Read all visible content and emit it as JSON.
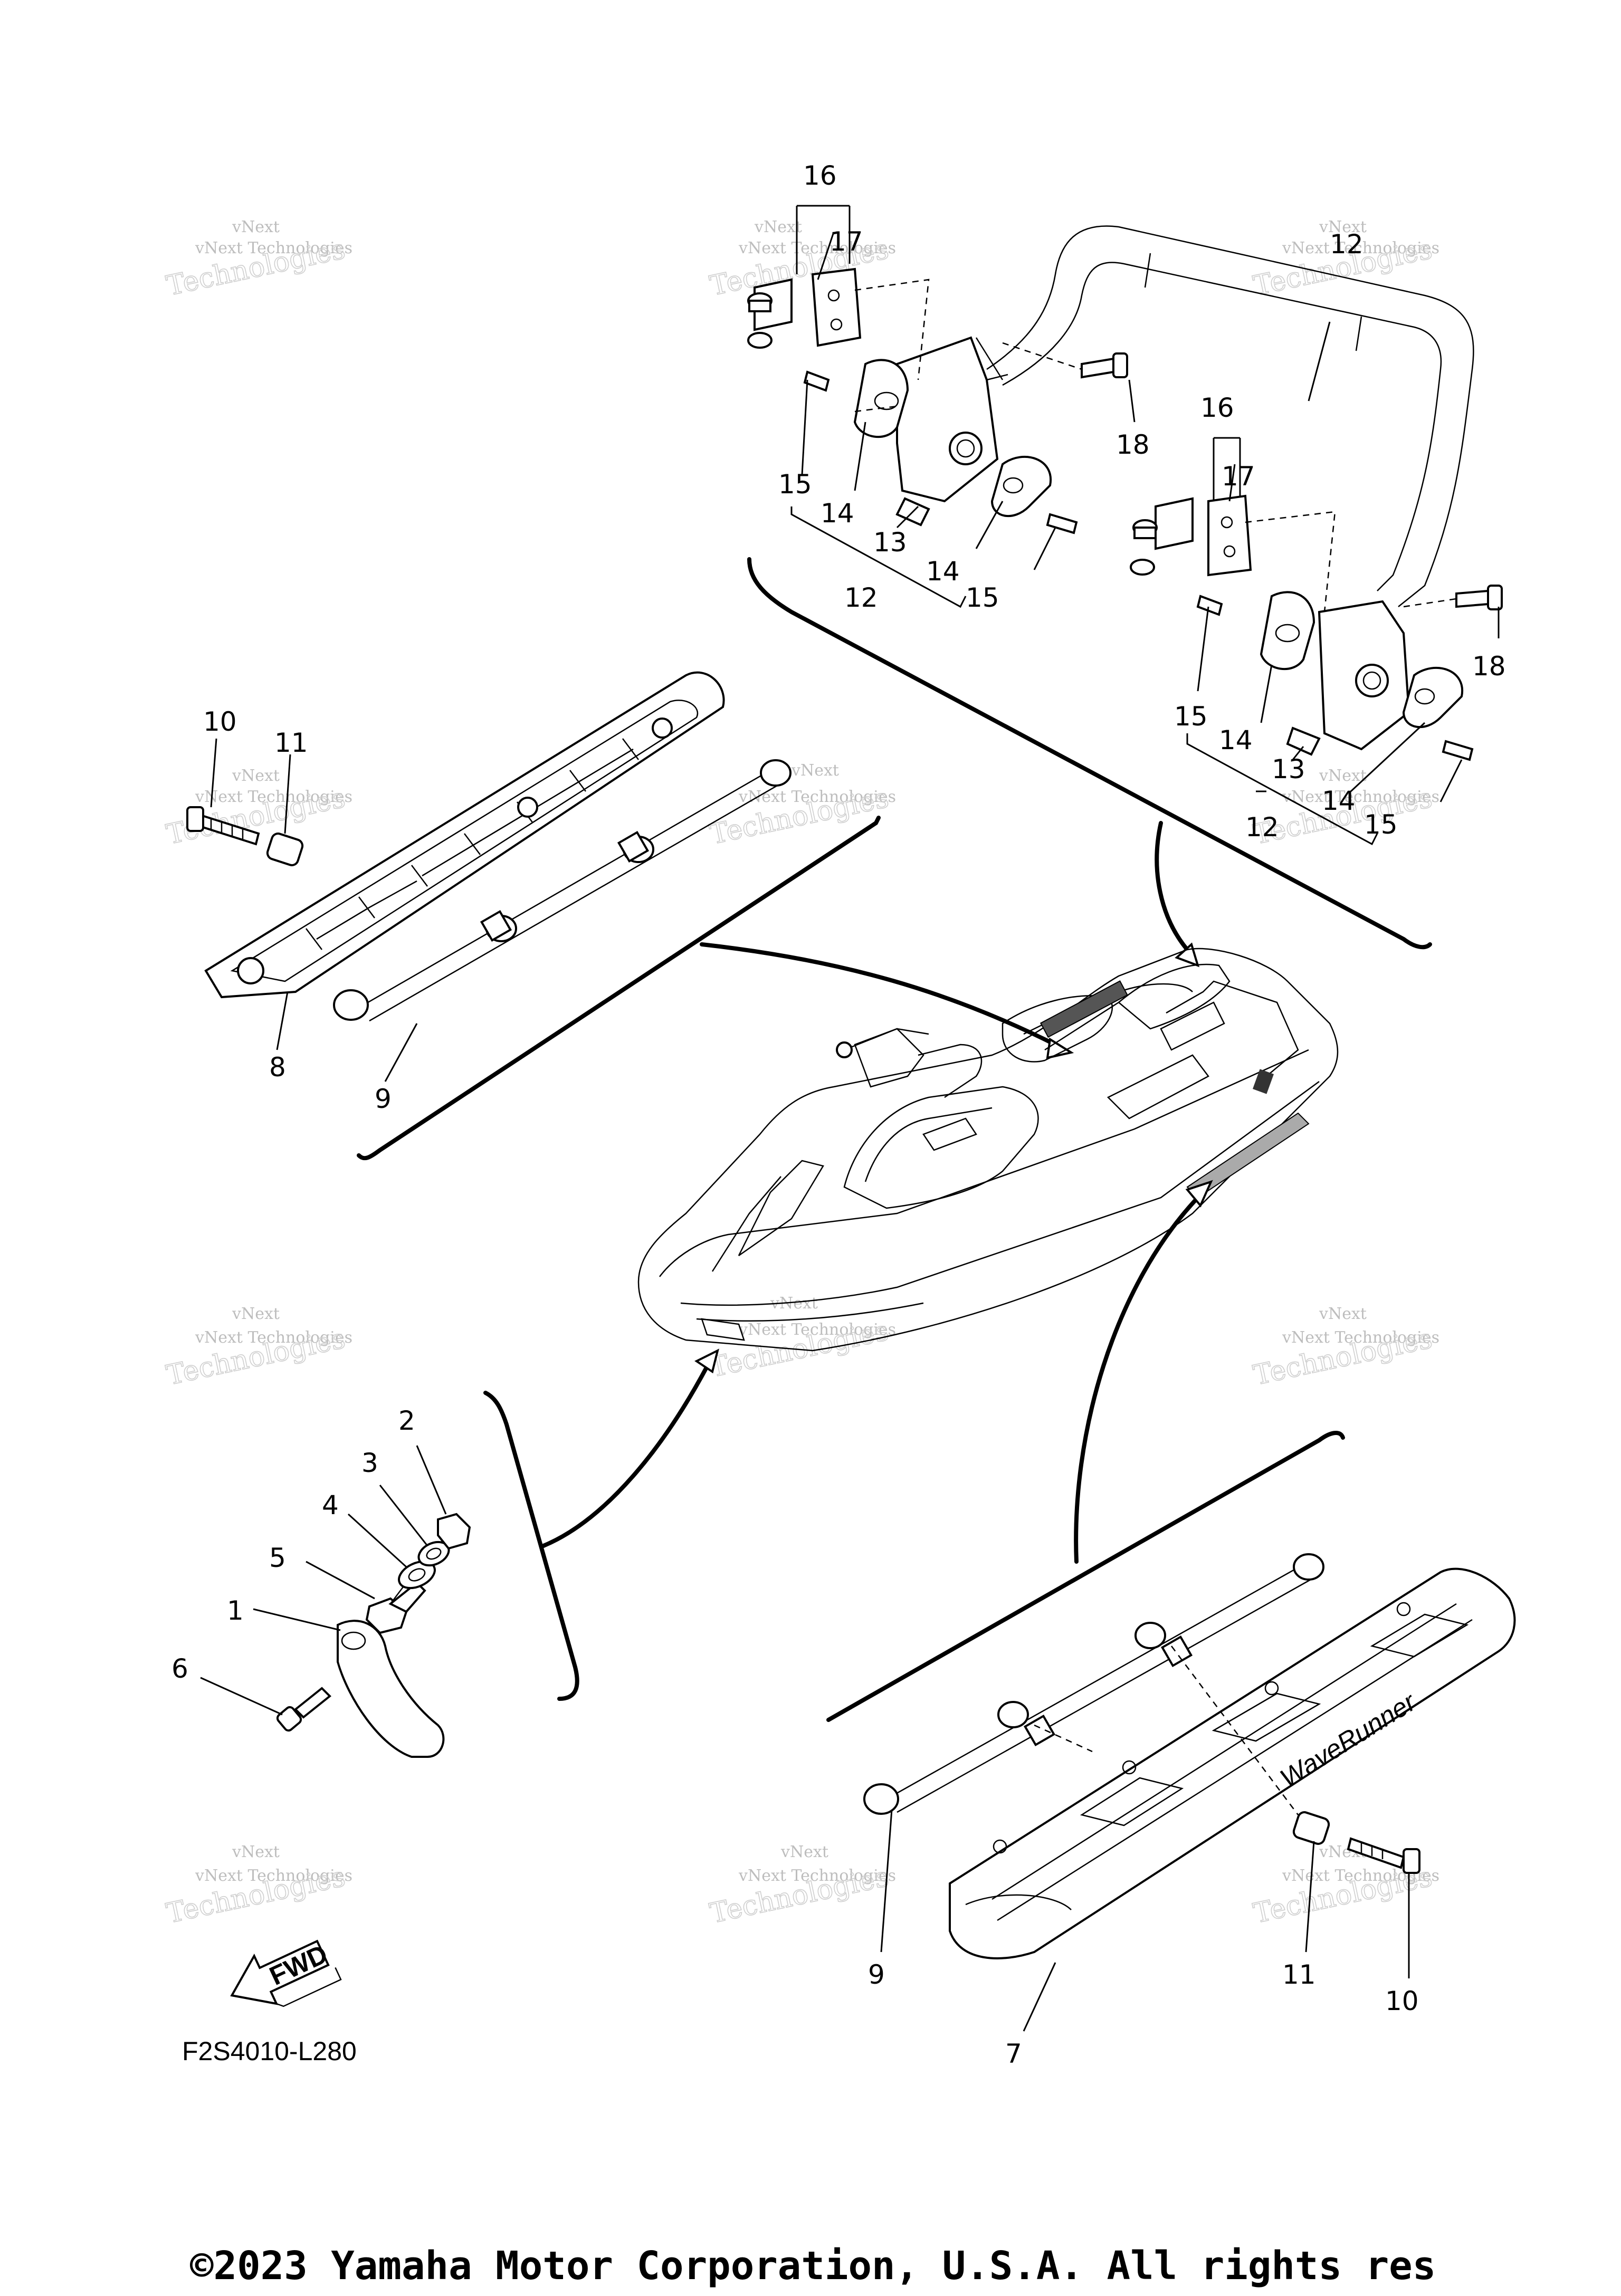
{
  "diagram": {
    "figure_code": "F2S4010-L280",
    "copyright": "©2023 Yamaha Motor Corporation, U.S.A. All rights res",
    "fwd_label": "FWD",
    "brand_decal": "WaveRunner",
    "watermark": {
      "line1": "vNext",
      "line2": "vNext Technologies",
      "line3": "Technologies"
    },
    "callouts": {
      "c16a": "16",
      "c17a": "17",
      "c12a": "12",
      "c18a": "18",
      "c15a": "15",
      "c14a": "14",
      "c13a": "13",
      "c12b": "12",
      "c14b": "14",
      "c15b": "15",
      "c16b": "16",
      "c17b": "17",
      "c18b": "18",
      "c15c": "15",
      "c14c": "14",
      "c13b": "13",
      "c14d": "14",
      "c12c": "12",
      "c15d": "15",
      "c10a": "10",
      "c11a": "11",
      "c8": "8",
      "c9a": "9",
      "c2": "2",
      "c3": "3",
      "c4": "4",
      "c5": "5",
      "c1": "1",
      "c6": "6",
      "c9b": "9",
      "c7": "7",
      "c11b": "11",
      "c10b": "10"
    }
  }
}
